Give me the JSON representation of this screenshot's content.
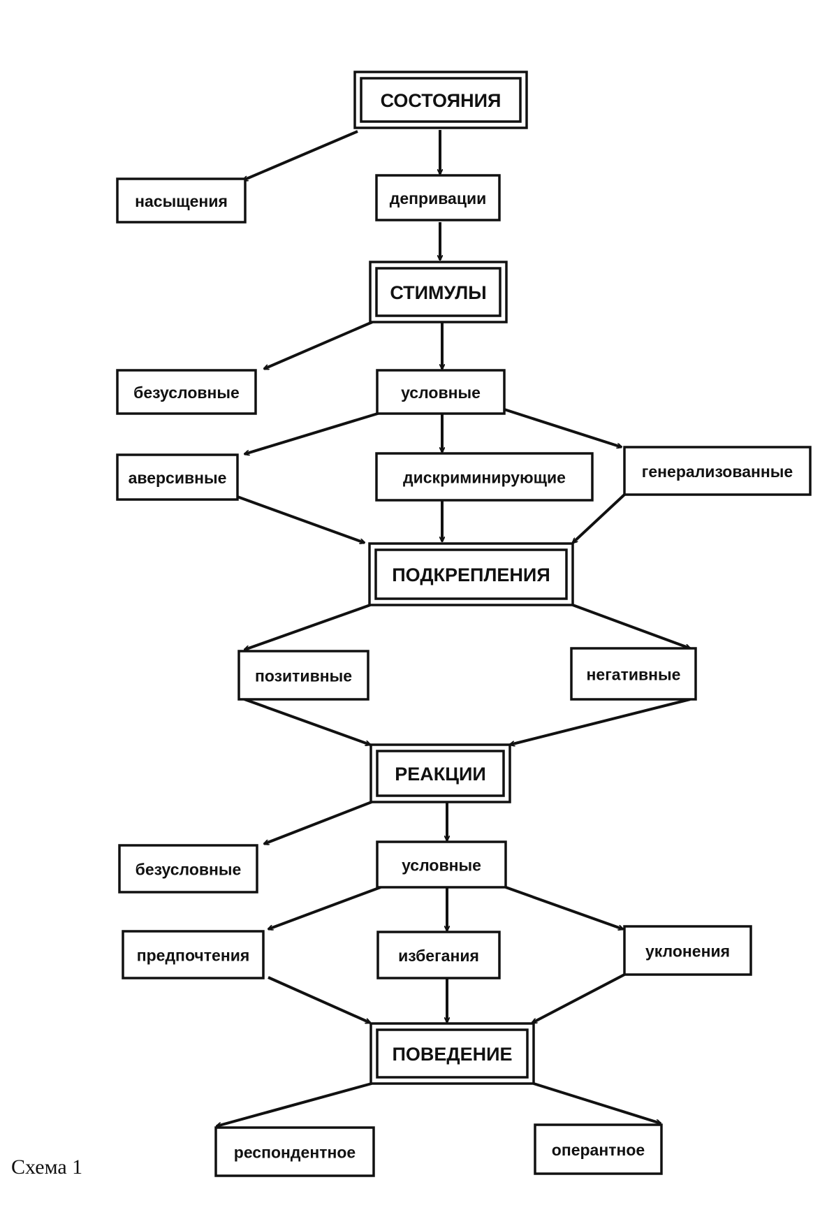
{
  "nodes": {
    "sostoyaniya": "СОСТОЯНИЯ",
    "nasyshcheniya": "насыщения",
    "deprivatsii": "депривации",
    "stimuly": "СТИМУЛЫ",
    "bezuslovnye_stim": "безусловные",
    "uslovnye_stim": "условные",
    "aversivnye": "аверсивные",
    "diskriminiruyushchie": "дискриминирующие",
    "generalizovannye": "генерализованные",
    "podkrepleniya": "ПОДКРЕПЛЕНИЯ",
    "pozitivnye": "позитивные",
    "negativnye": "негативные",
    "reaktsii": "РЕАКЦИИ",
    "bezuslovnye_reak": "безусловные",
    "uslovnye_reak": "условные",
    "predpochteniya": "предпочтения",
    "izbeganiya": "избегания",
    "ukloneniya": "уклонения",
    "povedenie": "ПОВЕДЕНИЕ",
    "respondentnoe": "респондентное",
    "operantnoe": "оперантное"
  },
  "caption": "Схема 1",
  "colors": {
    "ink": "#111111",
    "background": "#ffffff"
  }
}
